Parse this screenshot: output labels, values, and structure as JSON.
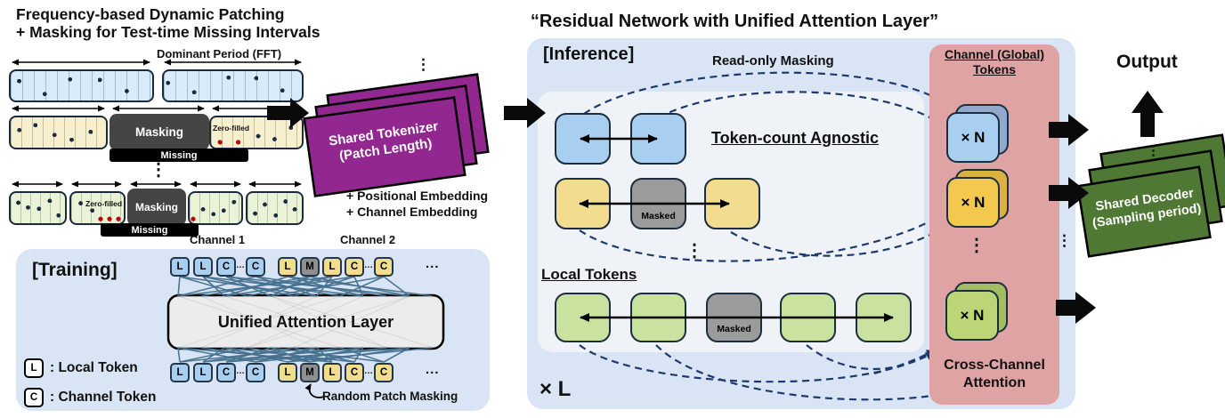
{
  "left": {
    "title_line1": "Frequency-based Dynamic Patching",
    "title_line2": "+ Masking for Test-time Missing Intervals",
    "dominant_period": "Dominant Period (FFT)",
    "masking": "Masking",
    "zero_filled": "Zero-filled",
    "missing": "Missing"
  },
  "training": {
    "label": "[Training]",
    "channel1": "Channel 1",
    "channel2": "Channel 2",
    "tokens": [
      "L",
      "L",
      "C",
      "…",
      "C",
      "L",
      "M",
      "L",
      "C",
      "…",
      "C",
      "..."
    ],
    "attention_layer": "Unified Attention Layer",
    "random_patch_masking": "Random Patch Masking",
    "legend_l": "L",
    "legend_c": "C",
    "legend_local": ": Local Token",
    "legend_channel": ": Channel Token"
  },
  "tokenizer": {
    "line1": "Shared Tokenizer",
    "line2": "(Patch Length)",
    "pos_embedding": "+ Positional Embedding",
    "chan_embedding": "+ Channel Embedding"
  },
  "inference": {
    "main_title": "“Residual Network with Unified Attention Layer”",
    "label": "[Inference]",
    "read_only_masking": "Read-only Masking",
    "token_count_agnostic": "Token-count Agnostic",
    "masked": "Masked",
    "local_tokens": "Local Tokens",
    "x_l": "× L",
    "channel_tokens_line1": "Channel (Global)",
    "channel_tokens_line2": "Tokens",
    "x_n": "× N",
    "cross_channel_line1": "Cross-Channel",
    "cross_channel_line2": "Attention"
  },
  "output": {
    "label": "Output",
    "decoder_line1": "Shared Decoder",
    "decoder_line2": "(Sampling period)"
  },
  "glyphs": {
    "vdots": "⋮"
  },
  "colors": {
    "panel_blue": "#D9E5F4",
    "inner_panel": "#EFF3F8",
    "pink_panel": "#DFA3A3",
    "token_blue": "#A8CFF0",
    "token_yellow": "#F2DC8E",
    "token_green": "#C9E29F",
    "token_masked_gray": "#9B9B9B",
    "tokenizer_purple": "#92278F",
    "decoder_green": "#4E7833",
    "dashed_navy": "#1D3A6D",
    "red_dot": "#C40000"
  }
}
